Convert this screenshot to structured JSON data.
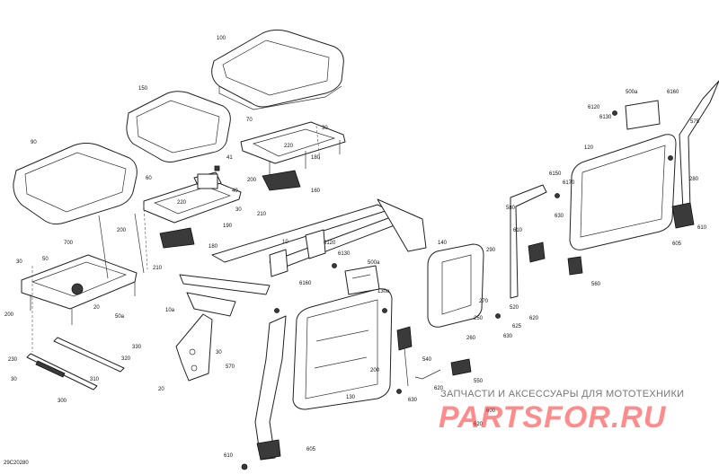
{
  "diagram": {
    "code": "29C20280",
    "labels": [
      {
        "text": "100"
      },
      {
        "text": "150"
      },
      {
        "text": "90"
      },
      {
        "text": "70"
      },
      {
        "text": "30"
      },
      {
        "text": "220"
      },
      {
        "text": "180"
      },
      {
        "text": "41"
      },
      {
        "text": "40"
      },
      {
        "text": "160"
      },
      {
        "text": "200"
      },
      {
        "text": "210"
      },
      {
        "text": "60"
      },
      {
        "text": "220"
      },
      {
        "text": "30"
      },
      {
        "text": "190"
      },
      {
        "text": "180"
      },
      {
        "text": "200"
      },
      {
        "text": "210"
      },
      {
        "text": "700"
      },
      {
        "text": "50"
      },
      {
        "text": "30"
      },
      {
        "text": "200"
      },
      {
        "text": "20"
      },
      {
        "text": "50a"
      },
      {
        "text": "10a"
      },
      {
        "text": "330"
      },
      {
        "text": "230"
      },
      {
        "text": "320"
      },
      {
        "text": "30"
      },
      {
        "text": "310"
      },
      {
        "text": "300"
      },
      {
        "text": "30"
      },
      {
        "text": "20"
      },
      {
        "text": "10"
      },
      {
        "text": "6120"
      },
      {
        "text": "6130"
      },
      {
        "text": "500a"
      },
      {
        "text": "6160"
      },
      {
        "text": "130a"
      },
      {
        "text": "570"
      },
      {
        "text": "130"
      },
      {
        "text": "200"
      },
      {
        "text": "140"
      },
      {
        "text": "290"
      },
      {
        "text": "270"
      },
      {
        "text": "520"
      },
      {
        "text": "250"
      },
      {
        "text": "260"
      },
      {
        "text": "630"
      },
      {
        "text": "625"
      },
      {
        "text": "620"
      },
      {
        "text": "540"
      },
      {
        "text": "620"
      },
      {
        "text": "550"
      },
      {
        "text": "630"
      },
      {
        "text": "610"
      },
      {
        "text": "605"
      },
      {
        "text": "580"
      },
      {
        "text": "610"
      },
      {
        "text": "6150"
      },
      {
        "text": "6170"
      },
      {
        "text": "630"
      },
      {
        "text": "6120"
      },
      {
        "text": "6130"
      },
      {
        "text": "500a"
      },
      {
        "text": "6160"
      },
      {
        "text": "575"
      },
      {
        "text": "120"
      },
      {
        "text": "280"
      },
      {
        "text": "610"
      },
      {
        "text": "605"
      },
      {
        "text": "560"
      },
      {
        "text": "620"
      },
      {
        "text": "600"
      }
    ]
  },
  "watermark": {
    "caption": "ЗАПЧАСТИ И АКСЕССУАРЫ ДЛЯ МОТОТЕХНИКИ",
    "logo": "PARTSFOR.RU",
    "logo_color": "#ff2d2d"
  }
}
